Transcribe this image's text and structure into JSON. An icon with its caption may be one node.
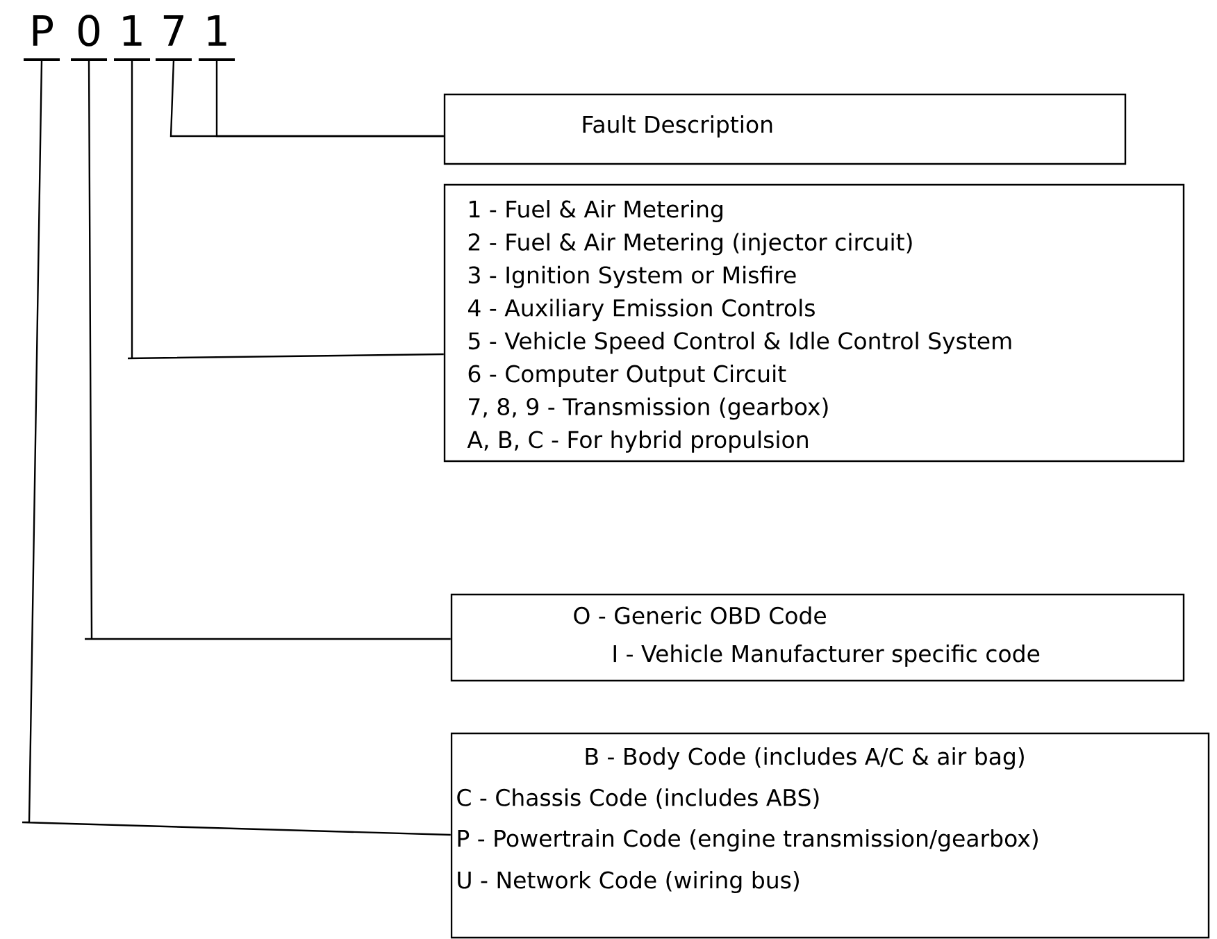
{
  "diagram": {
    "nodes": [
      {
        "text": [
          "P"
        ]
      },
      {
        "text": [
          "0"
        ]
      },
      {
        "text": [
          "1"
        ]
      },
      {
        "text": [
          "7"
        ]
      },
      {
        "text": [
          "1"
        ]
      },
      {
        "text": [
          "Fault Description"
        ]
      },
      {
        "text": [
          "1 - Fuel & Air Metering",
          "2 - Fuel & Air Metering (injector circuit)",
          "3 - Ignition System or Misfire",
          "4 - Auxiliary Emission Controls",
          "5 - Vehicle Speed Control & Idle Control System",
          "6 - Computer Output Circuit",
          "7, 8, 9 - Transmission (gearbox)",
          "A, B, C - For hybrid propulsion"
        ]
      },
      {
        "text": [
          "O - Generic OBD Code",
          "I - Vehicle Manufacturer specific code"
        ]
      },
      {
        "text": [
          "B - Body Code (includes A/C & air bag)",
          "C - Chassis Code (includes ABS)",
          "P - Powertrain Code (engine transmission/gearbox)",
          "U - Network Code (wiring bus)"
        ]
      }
    ],
    "edges": [
      {
        "from": 3,
        "to": 5,
        "arrow": "none"
      },
      {
        "from": 4,
        "to": 5,
        "arrow": "none"
      },
      {
        "from": 2,
        "to": 6,
        "arrow": "none"
      },
      {
        "from": 1,
        "to": 7,
        "arrow": "none"
      },
      {
        "from": 0,
        "to": 8,
        "arrow": "none"
      }
    ]
  }
}
